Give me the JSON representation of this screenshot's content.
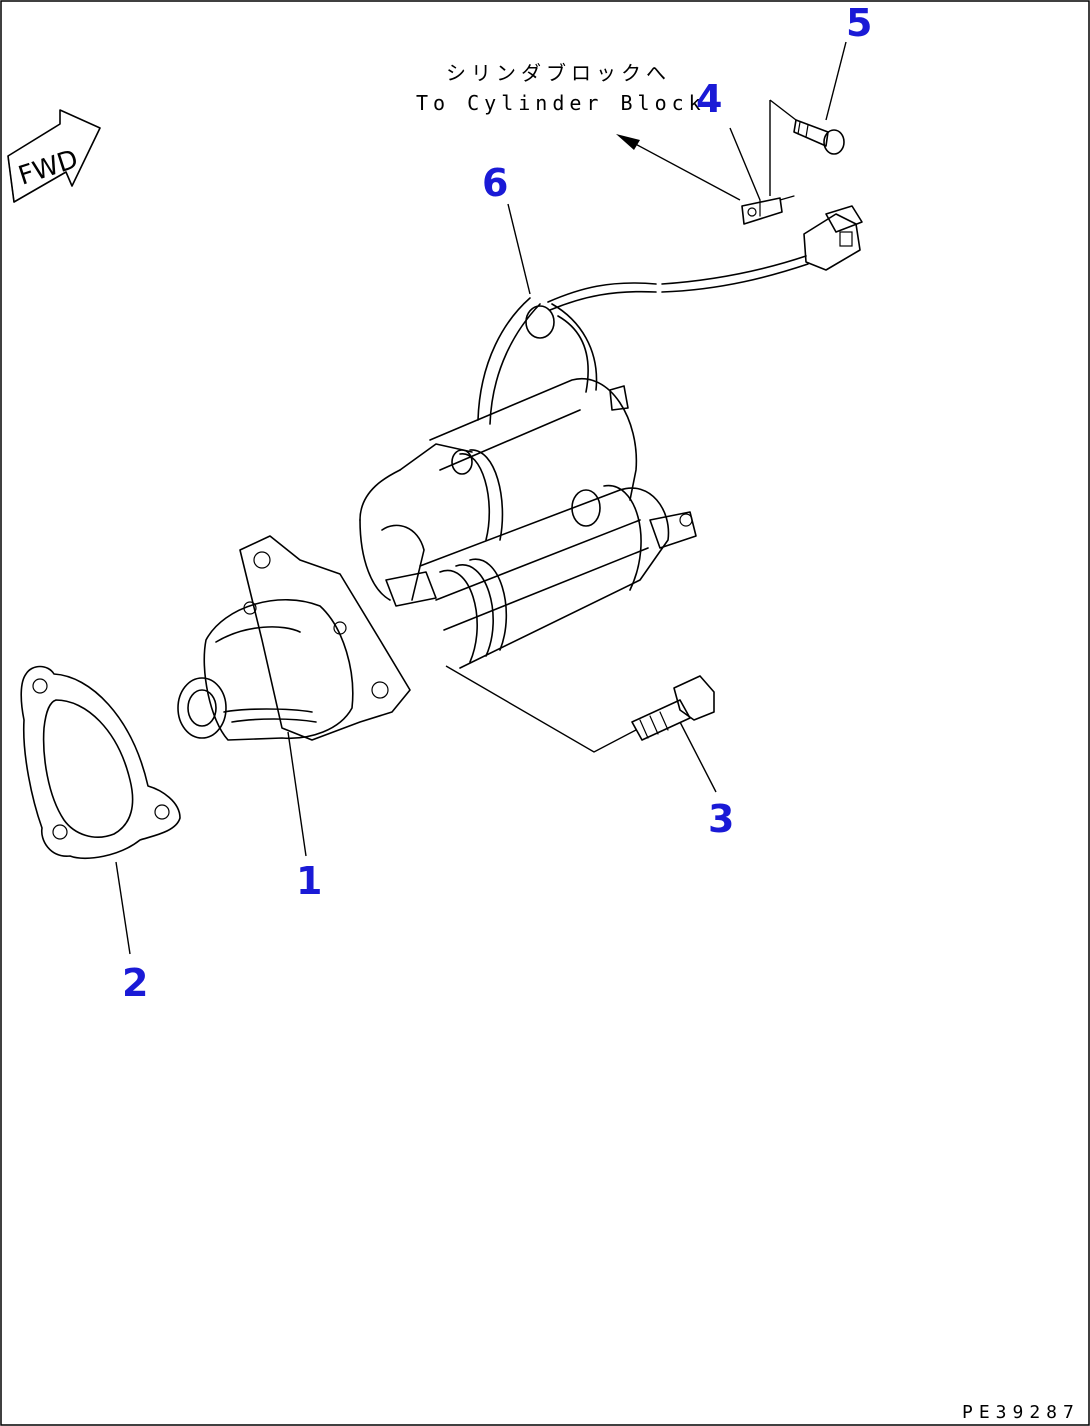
{
  "fwd_label": "FWD",
  "annotation": {
    "jp": "シリンダブロックへ",
    "en": "To Cylinder Block"
  },
  "callouts": [
    "1",
    "2",
    "3",
    "4",
    "5",
    "6"
  ],
  "drawing_code": "PE39287",
  "colors": {
    "callout": "#1a1ad6",
    "line": "#000000"
  }
}
